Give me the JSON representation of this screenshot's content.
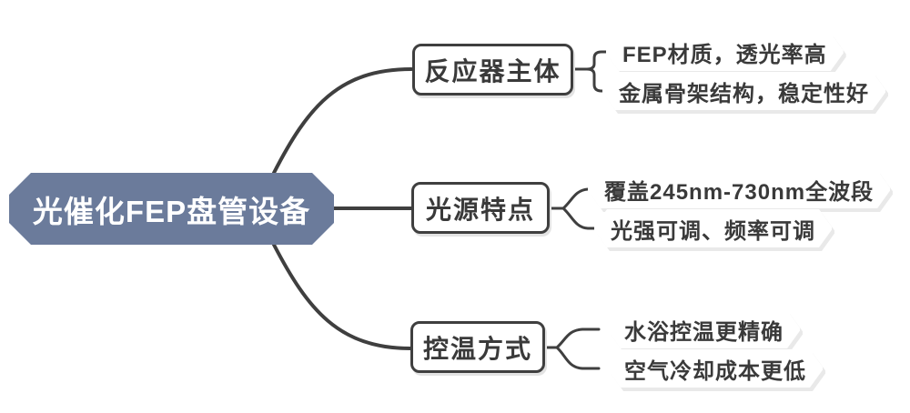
{
  "diagram": {
    "type": "mindmap",
    "root": {
      "label": "光催化FEP盘管设备"
    },
    "branches": [
      {
        "label": "反应器主体",
        "leaves": [
          "FEP材质，透光率高",
          "金属骨架结构，稳定性好"
        ]
      },
      {
        "label": "光源特点",
        "leaves": [
          "覆盖245nm-730nm全波段",
          "光强可调、频率可调"
        ]
      },
      {
        "label": "控温方式",
        "leaves": [
          "水浴控温更精确",
          "空气冷却成本更低"
        ]
      }
    ]
  },
  "colors": {
    "root_fill": "#6b7b9b",
    "root_text": "#ffffff",
    "line": "#3f3f3f",
    "node_border": "#3f3f3f",
    "node_fill": "#ffffff",
    "text": "#3a3a3a",
    "leaf_shadow": "#e9e9e9",
    "background": "#ffffff"
  }
}
